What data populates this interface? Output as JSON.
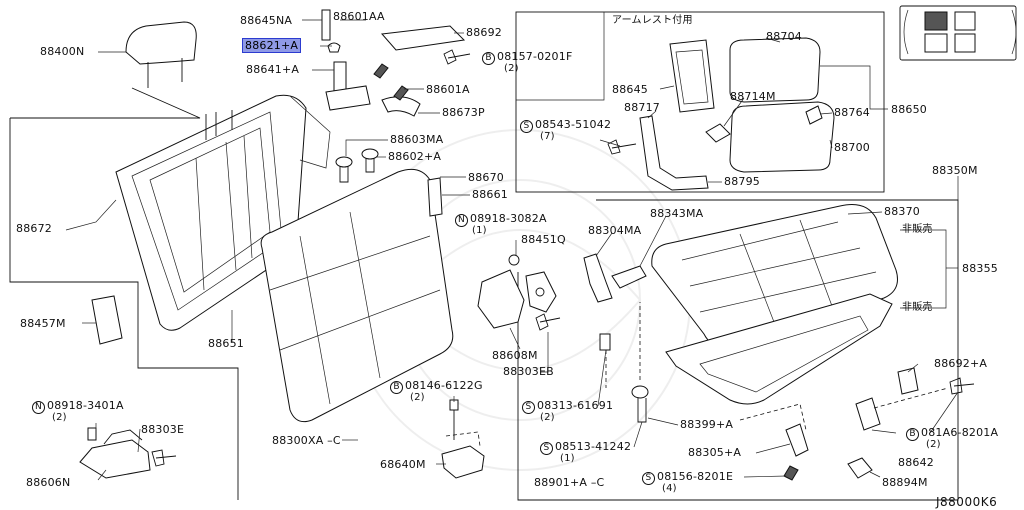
{
  "diagram_code": "J88000K6",
  "armrest_box_title": "アームレスト付用",
  "labels": [
    {
      "id": "88400N",
      "text": "88400N"
    },
    {
      "id": "88645NA",
      "text": "88645NA"
    },
    {
      "id": "88601AA",
      "text": "88601AA"
    },
    {
      "id": "88692",
      "text": "88692"
    },
    {
      "id": "88621A",
      "text": "88621+A",
      "highlight": true
    },
    {
      "id": "08157-0201F",
      "text": "08157-0201F",
      "qty": "(2)",
      "prefix": "B"
    },
    {
      "id": "88641A",
      "text": "88641+A"
    },
    {
      "id": "88601A",
      "text": "88601A"
    },
    {
      "id": "88673P",
      "text": "88673P"
    },
    {
      "id": "88603MA",
      "text": "88603MA"
    },
    {
      "id": "88602A",
      "text": "88602+A"
    },
    {
      "id": "88670",
      "text": "88670"
    },
    {
      "id": "88661",
      "text": "88661"
    },
    {
      "id": "08918-3082A",
      "text": "08918-3082A",
      "qty": "(1)",
      "prefix": "N"
    },
    {
      "id": "88451Q",
      "text": "88451Q"
    },
    {
      "id": "88672",
      "text": "88672"
    },
    {
      "id": "88457M",
      "text": "88457M"
    },
    {
      "id": "88651",
      "text": "88651"
    },
    {
      "id": "88608M",
      "text": "88608M"
    },
    {
      "id": "88303EB",
      "text": "88303EB"
    },
    {
      "id": "08146-6122G",
      "text": "08146-6122G",
      "qty": "(2)",
      "prefix": "B"
    },
    {
      "id": "08918-3401A",
      "text": "08918-3401A",
      "qty": "(2)",
      "prefix": "N"
    },
    {
      "id": "88303E",
      "text": "88303E"
    },
    {
      "id": "88606N",
      "text": "88606N"
    },
    {
      "id": "88300XA",
      "text": "88300XA"
    },
    {
      "id": "68640M",
      "text": "68640M"
    },
    {
      "id": "88704",
      "text": "88704"
    },
    {
      "id": "88645",
      "text": "88645"
    },
    {
      "id": "88717",
      "text": "88717"
    },
    {
      "id": "88714M",
      "text": "88714M"
    },
    {
      "id": "88764",
      "text": "88764"
    },
    {
      "id": "88650",
      "text": "88650"
    },
    {
      "id": "08543-51042",
      "text": "08543-51042",
      "qty": "(7)",
      "prefix": "S"
    },
    {
      "id": "88700",
      "text": "88700"
    },
    {
      "id": "88795",
      "text": "88795"
    },
    {
      "id": "88350M",
      "text": "88350M"
    },
    {
      "id": "88343MA",
      "text": "88343MA"
    },
    {
      "id": "88370",
      "text": "88370"
    },
    {
      "id": "88304MA",
      "text": "88304MA"
    },
    {
      "id": "hihanbai1",
      "text": "非販売"
    },
    {
      "id": "88355",
      "text": "88355"
    },
    {
      "id": "hihanbai2",
      "text": "非販売"
    },
    {
      "id": "08313-61691",
      "text": "08313-61691",
      "qty": "(2)",
      "prefix": "S"
    },
    {
      "id": "88399A",
      "text": "88399+A"
    },
    {
      "id": "08513-41242",
      "text": "08513-41242",
      "qty": "(1)",
      "prefix": "S"
    },
    {
      "id": "88305A",
      "text": "88305+A"
    },
    {
      "id": "08156-8201E",
      "text": "08156-8201E",
      "qty": "(4)",
      "prefix": "S"
    },
    {
      "id": "88901A",
      "text": "88901+A"
    },
    {
      "id": "88692A",
      "text": "88692+A"
    },
    {
      "id": "081A6-8201A",
      "text": "081A6-8201A",
      "qty": "(2)",
      "prefix": "B"
    },
    {
      "id": "88642",
      "text": "88642"
    },
    {
      "id": "88894M",
      "text": "88894M"
    }
  ]
}
